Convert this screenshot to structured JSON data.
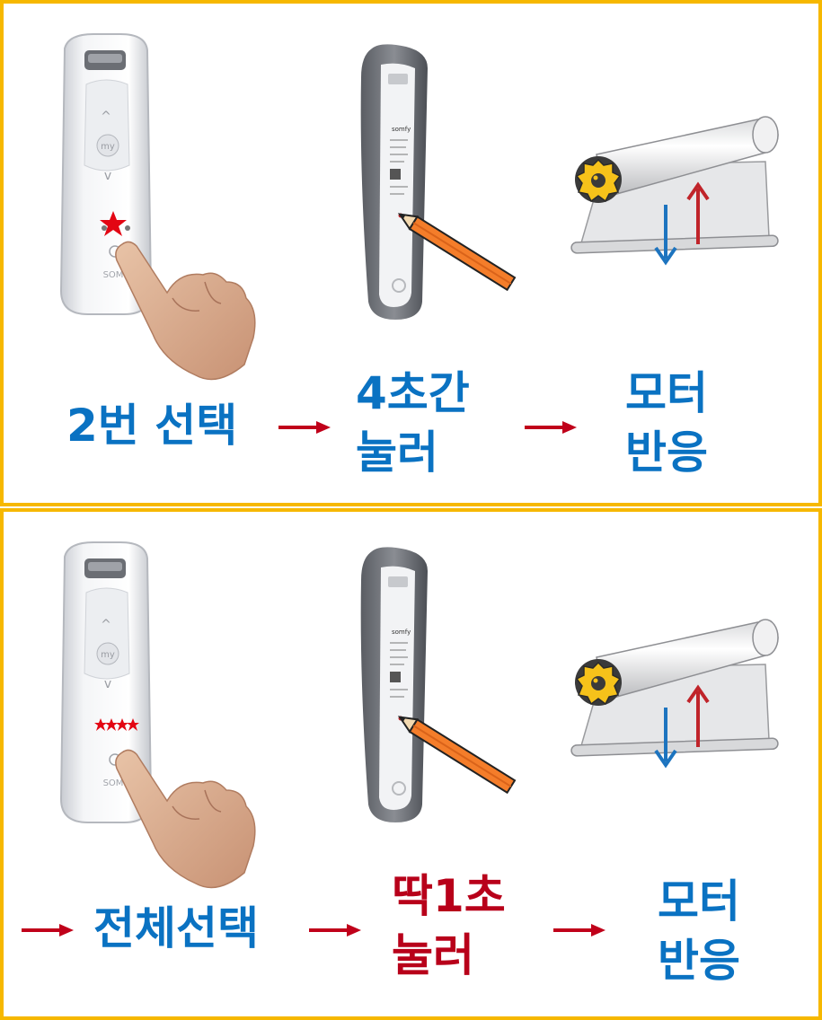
{
  "colors": {
    "blue": "#0a72c2",
    "red": "#b8001a",
    "border": "#f6b800"
  },
  "steps": [
    {
      "select": "2번 선택",
      "press_line1": "4초간",
      "press_line2": "눌러",
      "response_line1": "모터",
      "response_line2": "반응"
    },
    {
      "select": "전체선택",
      "press_line1": "딱1초",
      "press_line2": "눌러",
      "response_line1": "모터",
      "response_line2": "반응"
    }
  ],
  "icons": [
    "remote-front-icon",
    "hand-icon",
    "star-icon",
    "remote-back-icon",
    "pencil-icon",
    "roller-blind-icon",
    "up-arrow-icon",
    "down-arrow-icon",
    "flow-arrow-icon"
  ]
}
